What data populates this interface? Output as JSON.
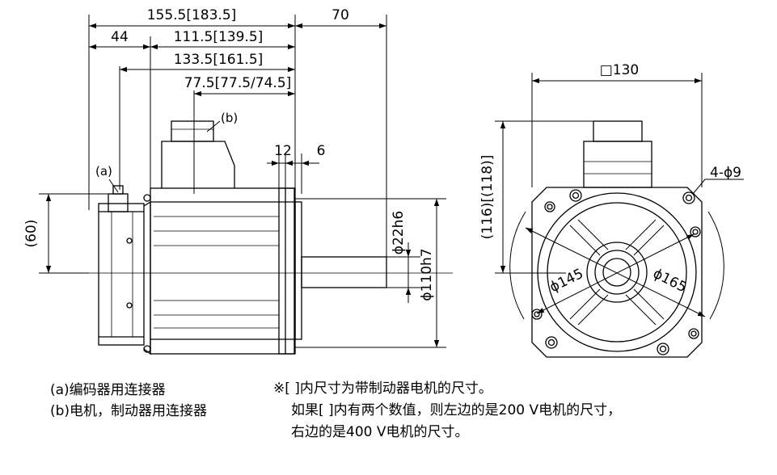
{
  "side_view": {
    "dims": {
      "d155": "155.5[183.5]",
      "d70": "70",
      "d44": "44",
      "d111": "111.5[139.5]",
      "d133": "133.5[161.5]",
      "d77": "77.5[77.5/74.5]",
      "d12": "12",
      "d6": "6",
      "d60": "(60)",
      "d22": "ϕ22h6",
      "d110": "ϕ110h7"
    },
    "callouts": {
      "a": "(a)",
      "b": "(b)"
    }
  },
  "front_view": {
    "dims": {
      "square": "□130",
      "holes": "4-ϕ9",
      "height": "(116)[(118)]",
      "pcd145": "ϕ145",
      "pcd165": "ϕ165"
    }
  },
  "legend": {
    "a": "(a)编码器用连接器",
    "b": "(b)电机，制动器用连接器"
  },
  "remark": {
    "line1": "※[ ]内尺寸为带制动器电机的尺寸。",
    "line2": "如果[ ]内有两个数值，则左边的是200 V电机的尺寸，",
    "line3": "右边的是400 V电机的尺寸。"
  }
}
